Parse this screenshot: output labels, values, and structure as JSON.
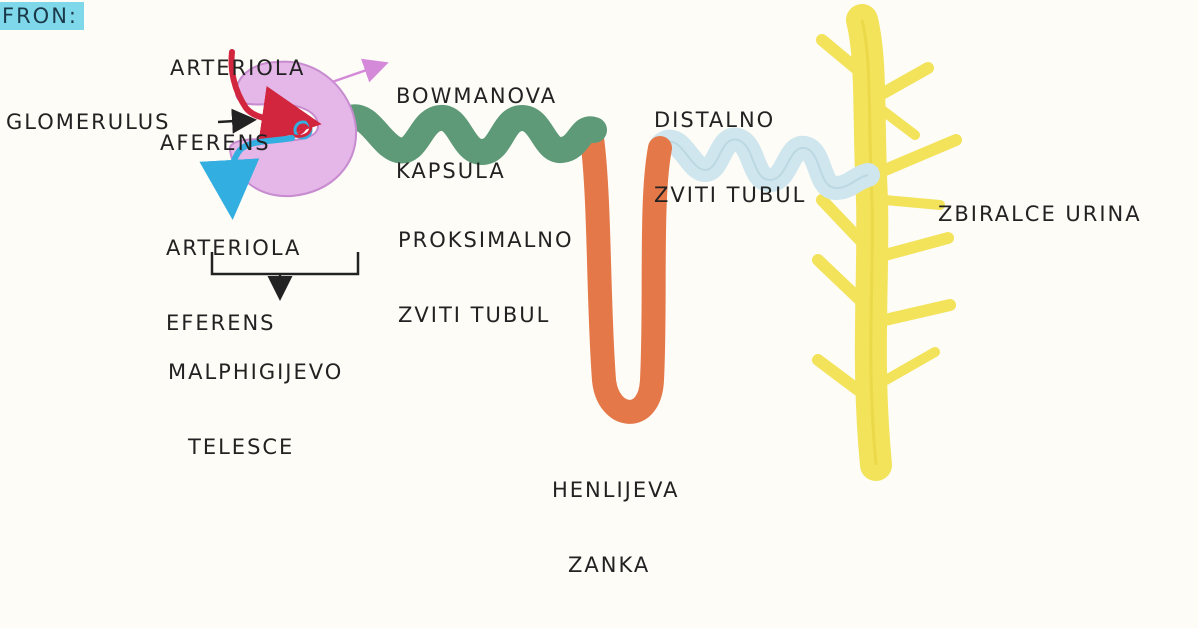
{
  "header_tag": "FRON:",
  "labels": {
    "arteriola_aferens": [
      "ARTERIOLA",
      "AFERENS"
    ],
    "glomerulus": "GLOMERULUS",
    "bowmanova_kapsula": [
      "BOWMANOVA",
      "KAPSULA"
    ],
    "arteriola_eferens": [
      "ARTERIOLA",
      "EFERENS"
    ],
    "malphigijevo_telesce": [
      "MALPHIGIJEVO",
      "TELESCE"
    ],
    "proksimalno_zviti_tubul": [
      "PROKSIMALNO",
      "ZVITI TUBUL"
    ],
    "distalno_zviti_tubul": [
      "DISTALNO",
      "ZVITI TUBUL"
    ],
    "henlijeva_zanka": [
      "HENLIJEVA",
      "ZANKA"
    ],
    "zbiralce_urina": "ZBIRALCE URINA"
  },
  "colors": {
    "capsule": "#e5b6e8",
    "afferent": "#d2263f",
    "efferent": "#33aee0",
    "proximal": "#5f9a78",
    "loop": "#e57848",
    "distal": "#cfe6ee",
    "collecting": "#f3e35a",
    "bowman_arrow": "#d48ad8"
  }
}
